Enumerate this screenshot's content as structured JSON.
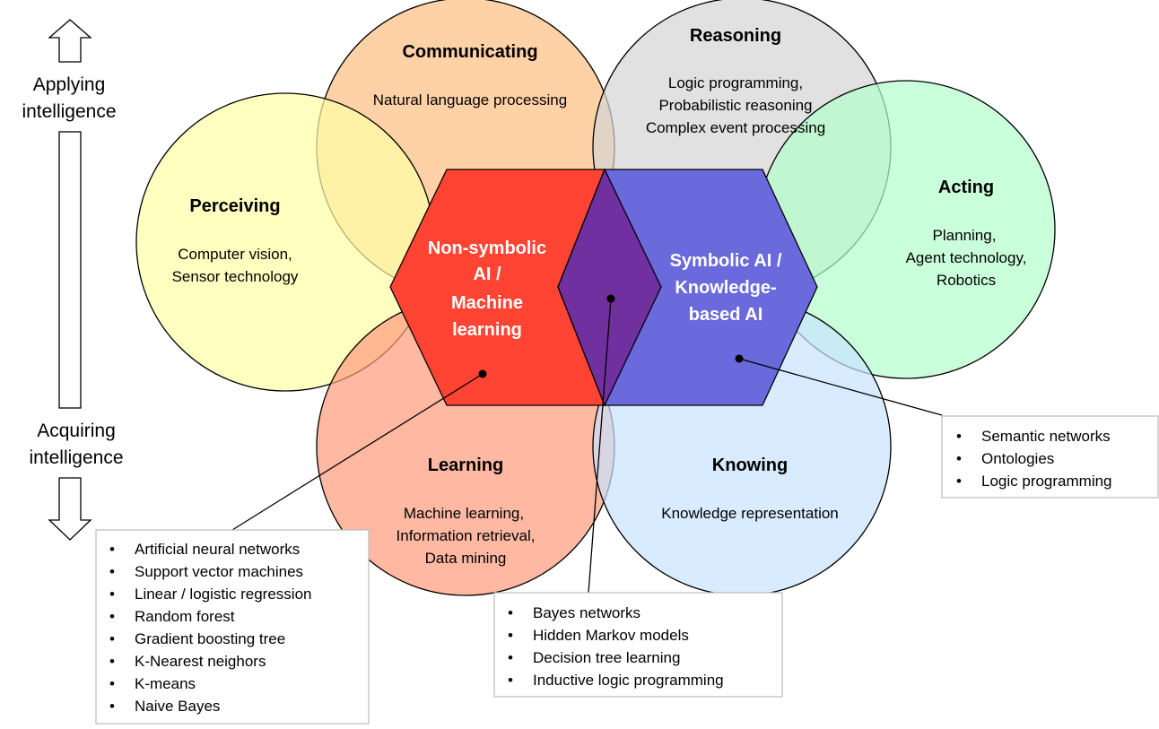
{
  "side_labels": {
    "top": [
      "Applying",
      "intelligence"
    ],
    "bottom": [
      "Acquiring",
      "intelligence"
    ]
  },
  "circles": {
    "communicating": {
      "title": "Communicating",
      "lines": [
        "Natural language processing"
      ],
      "color": "#FFBE80"
    },
    "reasoning": {
      "title": "Reasoning",
      "lines": [
        "Logic programming,",
        "Probabilistic reasoning",
        "Complex event processing"
      ],
      "color": "#D4D4D4"
    },
    "perceiving": {
      "title": "Perceiving",
      "lines": [
        "Computer vision,",
        "Sensor technology"
      ],
      "color": "#FFFFA5"
    },
    "acting": {
      "title": "Acting",
      "lines": [
        "Planning,",
        "Agent technology,",
        "Robotics"
      ],
      "color": "#B3FFCC"
    },
    "learning": {
      "title": "Learning",
      "lines": [
        "Machine learning,",
        "Information retrieval,",
        "Data mining"
      ],
      "color": "#FF9A7A"
    },
    "knowing": {
      "title": "Knowing",
      "lines": [
        "Knowledge representation"
      ],
      "color": "#C9E2FF"
    }
  },
  "hexagons": {
    "nonsymbolic": {
      "lines": [
        "Non-symbolic",
        "AI /",
        "Machine",
        "learning"
      ],
      "color": "#FF4433"
    },
    "symbolic": {
      "lines": [
        "Symbolic AI /",
        "Knowledge-",
        "based AI"
      ],
      "color": "#6A6ADD"
    },
    "overlap_color": "#7030A0"
  },
  "boxes": {
    "ml_methods": [
      "Artificial neural networks",
      "Support vector machines",
      "Linear / logistic regression",
      "Random forest",
      "Gradient boosting tree",
      "K-Nearest neighors",
      "K-means",
      "Naive Bayes"
    ],
    "hybrid_methods": [
      "Bayes networks",
      "Hidden Markov models",
      "Decision tree learning",
      "Inductive logic programming"
    ],
    "symbolic_methods": [
      "Semantic networks",
      "Ontologies",
      "Logic programming"
    ]
  }
}
